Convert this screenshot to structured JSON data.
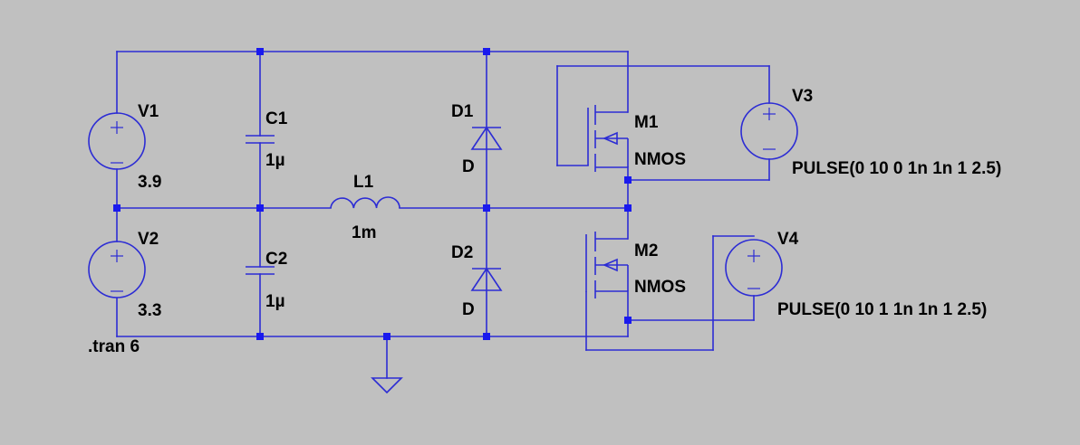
{
  "colors": {
    "background": "#c0c0c0",
    "wire": "#2c2cd4",
    "junction": "#1a1aee",
    "text": "#000000"
  },
  "components": {
    "v1": {
      "name": "V1",
      "value": "3.9",
      "icon": "voltage-source-icon"
    },
    "v2": {
      "name": "V2",
      "value": "3.3",
      "icon": "voltage-source-icon"
    },
    "c1": {
      "name": "C1",
      "value": "1µ",
      "icon": "capacitor-icon"
    },
    "c2": {
      "name": "C2",
      "value": "1µ",
      "icon": "capacitor-icon"
    },
    "l1": {
      "name": "L1",
      "value": "1m",
      "icon": "inductor-icon"
    },
    "d1": {
      "name": "D1",
      "value": "D",
      "icon": "diode-icon"
    },
    "d2": {
      "name": "D2",
      "value": "D",
      "icon": "diode-icon"
    },
    "m1": {
      "name": "M1",
      "value": "NMOS",
      "icon": "nmos-transistor-icon"
    },
    "m2": {
      "name": "M2",
      "value": "NMOS",
      "icon": "nmos-transistor-icon"
    },
    "v3": {
      "name": "V3",
      "value": "PULSE(0 10 0 1n 1n 1 2.5)",
      "icon": "voltage-source-icon"
    },
    "v4": {
      "name": "V4",
      "value": "PULSE(0 10 1 1n 1n 1 2.5)",
      "icon": "voltage-source-icon"
    }
  },
  "directive": ".tran 6",
  "ground": {
    "icon": "ground-icon"
  }
}
